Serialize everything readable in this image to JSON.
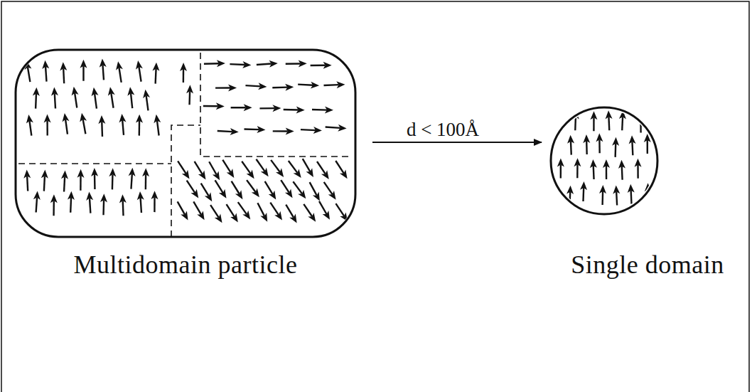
{
  "diagram": {
    "nodes": [
      {
        "text": [
          "Multidomain particle"
        ]
      },
      {
        "text": [
          "Single domain"
        ]
      }
    ],
    "edges": [
      {
        "from": 0,
        "to": 1,
        "arrow": "to",
        "label": "d < 100Å"
      }
    ]
  }
}
